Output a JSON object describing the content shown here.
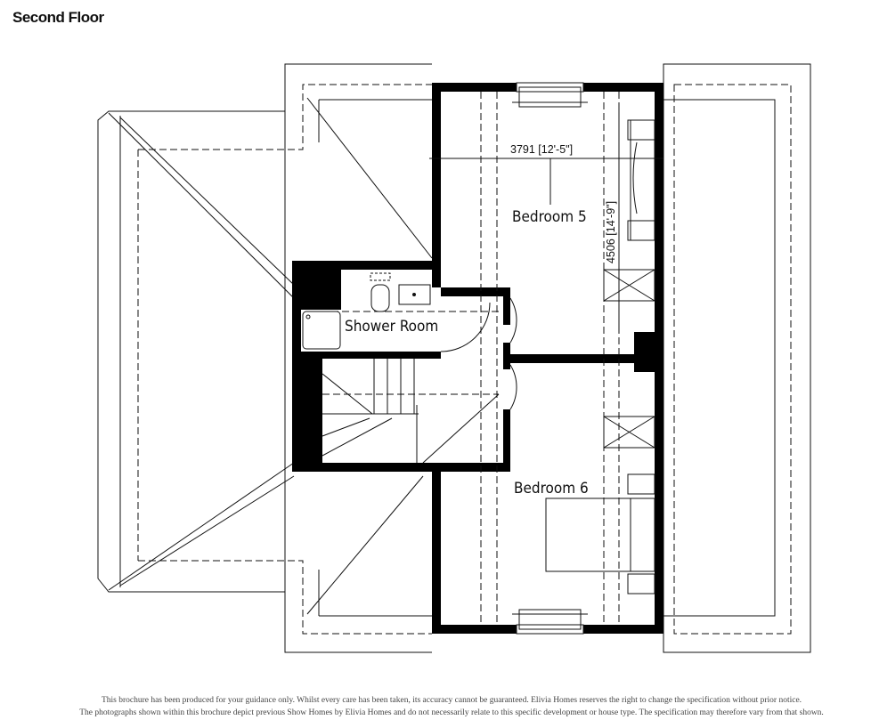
{
  "title": "Second Floor",
  "rooms": {
    "bedroom5": "Bedroom 5",
    "bedroom6": "Bedroom 6",
    "shower_room": "Shower Room"
  },
  "dimensions": {
    "width": "3791 [12'-5\"]",
    "length": "4506 [14'-9\"]"
  },
  "footer": {
    "line1": "This brochure has been produced for your guidance only. Whilst every care has been taken, its accuracy cannot be guaranteed. Elivia Homes reserves the right to change the specification without prior notice.",
    "line2": "The photographs shown within this brochure depict previous Show Homes by Elivia Homes and do not necessarily relate to this specific development or house type. The specification may therefore vary from that shown."
  }
}
